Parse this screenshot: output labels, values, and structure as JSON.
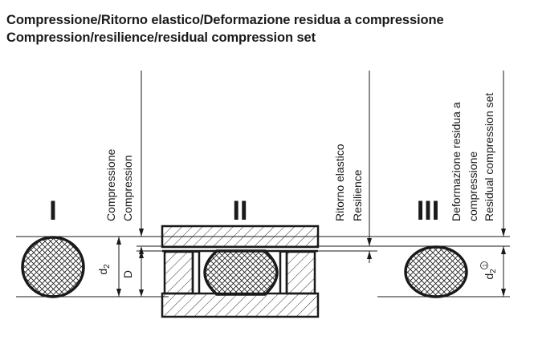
{
  "titles": {
    "line1": "Compressione/Ritorno elastico/Deformazione residua a compressione",
    "line2": "Compression/resilience/residual compression set"
  },
  "stages": {
    "stage1": {
      "numeral": "I"
    },
    "stage2": {
      "numeral": "II"
    },
    "stage3": {
      "numeral": "III"
    }
  },
  "labels": {
    "compression_it": "Compressione",
    "compression_en": "Compression",
    "resilience_it": "Ritorno elastico",
    "resilience_en": "Resilience",
    "set_it_1": "Deformazione residua a",
    "set_it_2": "compressione",
    "set_en": "Residual compression set",
    "dim_d2": "d",
    "dim_d2_sub": "2",
    "dim_D": "D",
    "dim_d2_prime": "d",
    "dim_d2_prime_sub": "2",
    "dim_d2_prime_mark": "1"
  },
  "colors": {
    "stroke": "#1a1a1a",
    "background": "#ffffff"
  }
}
